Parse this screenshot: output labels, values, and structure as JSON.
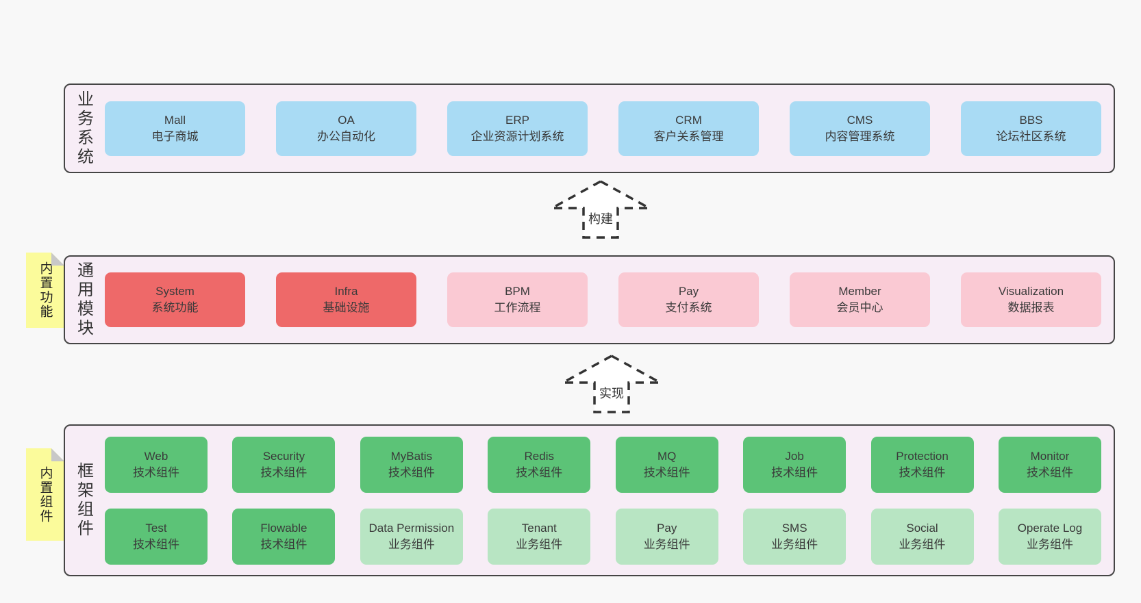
{
  "colors": {
    "page_bg": "#f8f8f8",
    "band_bg": "#f7edf6",
    "band_border": "#454545",
    "box_blue": "#a9dbf4",
    "box_red": "#ee6969",
    "box_pink": "#fac9d3",
    "box_green": "#5cc377",
    "box_lightgreen": "#b8e5c3",
    "note_yellow": "#fbfb9b",
    "note_fold": "#c8c8c8",
    "text": "#3a3a3a",
    "arrow_stroke": "#333333"
  },
  "bands": [
    {
      "label": "业务系统",
      "rows": [
        [
          {
            "name": "Mall",
            "desc": "电子商城",
            "color": "blue"
          },
          {
            "name": "OA",
            "desc": "办公自动化",
            "color": "blue"
          },
          {
            "name": "ERP",
            "desc": "企业资源计划系统",
            "color": "blue"
          },
          {
            "name": "CRM",
            "desc": "客户关系管理",
            "color": "blue"
          },
          {
            "name": "CMS",
            "desc": "内容管理系统",
            "color": "blue"
          },
          {
            "name": "BBS",
            "desc": "论坛社区系统",
            "color": "blue"
          }
        ]
      ]
    },
    {
      "label": "通用模块",
      "note": "内置功能",
      "rows": [
        [
          {
            "name": "System",
            "desc": "系统功能",
            "color": "red"
          },
          {
            "name": "Infra",
            "desc": "基础设施",
            "color": "red"
          },
          {
            "name": "BPM",
            "desc": "工作流程",
            "color": "pink"
          },
          {
            "name": "Pay",
            "desc": "支付系统",
            "color": "pink"
          },
          {
            "name": "Member",
            "desc": "会员中心",
            "color": "pink"
          },
          {
            "name": "Visualization",
            "desc": "数据报表",
            "color": "pink"
          }
        ]
      ]
    },
    {
      "label": "框架组件",
      "note": "内置组件",
      "rows": [
        [
          {
            "name": "Web",
            "desc": "技术组件",
            "color": "green"
          },
          {
            "name": "Security",
            "desc": "技术组件",
            "color": "green"
          },
          {
            "name": "MyBatis",
            "desc": "技术组件",
            "color": "green"
          },
          {
            "name": "Redis",
            "desc": "技术组件",
            "color": "green"
          },
          {
            "name": "MQ",
            "desc": "技术组件",
            "color": "green"
          },
          {
            "name": "Job",
            "desc": "技术组件",
            "color": "green"
          },
          {
            "name": "Protection",
            "desc": "技术组件",
            "color": "green"
          },
          {
            "name": "Monitor",
            "desc": "技术组件",
            "color": "green"
          }
        ],
        [
          {
            "name": "Test",
            "desc": "技术组件",
            "color": "green"
          },
          {
            "name": "Flowable",
            "desc": "技术组件",
            "color": "green"
          },
          {
            "name": "Data Permission",
            "desc": "业务组件",
            "color": "lightgreen"
          },
          {
            "name": "Tenant",
            "desc": "业务组件",
            "color": "lightgreen"
          },
          {
            "name": "Pay",
            "desc": "业务组件",
            "color": "lightgreen"
          },
          {
            "name": "SMS",
            "desc": "业务组件",
            "color": "lightgreen"
          },
          {
            "name": "Social",
            "desc": "业务组件",
            "color": "lightgreen"
          },
          {
            "name": "Operate Log",
            "desc": "业务组件",
            "color": "lightgreen"
          }
        ]
      ]
    }
  ],
  "arrows": [
    {
      "label": "构建"
    },
    {
      "label": "实现"
    }
  ]
}
